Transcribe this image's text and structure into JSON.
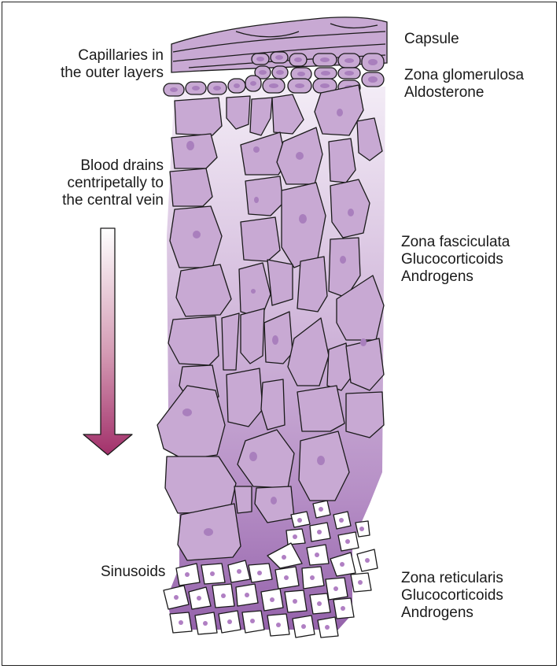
{
  "labels": {
    "capsule": "Capsule",
    "capillaries": [
      "Capillaries in",
      "the outer layers"
    ],
    "glomerulosa": [
      "Zona glomerulosa",
      "Aldosterone"
    ],
    "blood": [
      "Blood drains",
      "centripetally to",
      "the central vein"
    ],
    "fasciculata": [
      "Zona fasciculata",
      "Glucocorticoids",
      "Androgens"
    ],
    "sinusoids": "Sinusoids",
    "reticularis": [
      "Zona reticularis",
      "Glucocorticoids",
      "Androgens"
    ]
  },
  "colors": {
    "cell_fill": "#c8a9d3",
    "cell_stroke": "#1a1a1a",
    "nucleus": "#a97fbd",
    "column_top": "#ece1f0",
    "column_bottom": "#9b67b1",
    "arrow_top": "#ffffff",
    "arrow_bottom": "#a8336a",
    "sinusoid_cell": "#ffffff",
    "sinusoid_nucleus": "#b07fc3"
  },
  "icons": {
    "arrow": "down-arrow-icon"
  }
}
